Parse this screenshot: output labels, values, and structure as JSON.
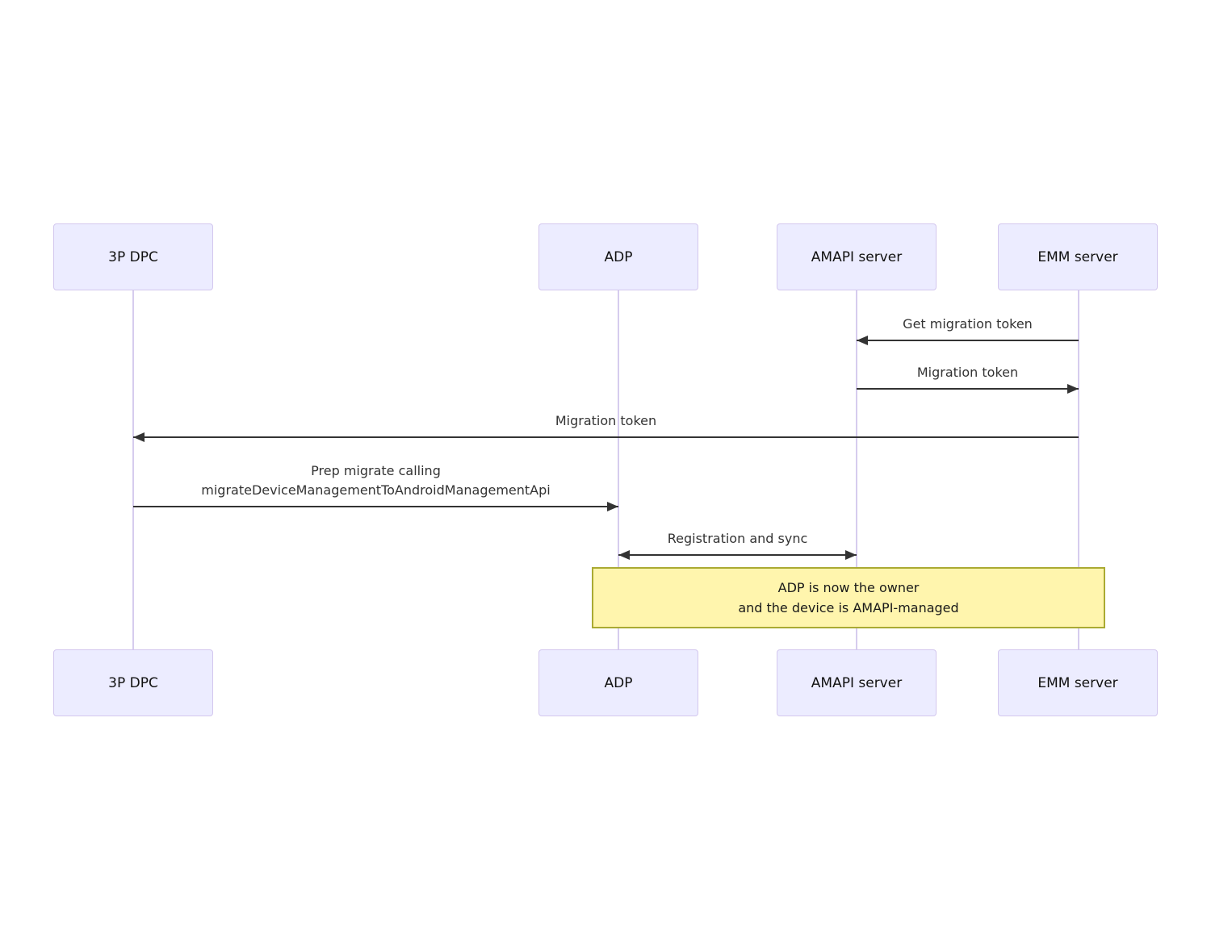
{
  "diagram": {
    "type": "sequence-diagram",
    "actors": [
      {
        "label": "3P DPC"
      },
      {
        "label": "ADP"
      },
      {
        "label": "AMAPI server"
      },
      {
        "label": "EMM server"
      }
    ],
    "messages": [
      {
        "label": "Get migration token",
        "from": "EMM server",
        "to": "AMAPI server",
        "arrow": "left"
      },
      {
        "label": "Migration token",
        "from": "AMAPI server",
        "to": "EMM server",
        "arrow": "right"
      },
      {
        "label": "Migration token",
        "from": "EMM server",
        "to": "3P DPC",
        "arrow": "left"
      },
      {
        "lines": [
          "Prep migrate calling",
          "migrateDeviceManagementToAndroidManagementApi"
        ],
        "from": "3P DPC",
        "to": "ADP",
        "arrow": "right"
      },
      {
        "label": "Registration and sync",
        "from": "ADP",
        "to": "AMAPI server",
        "arrow": "both"
      }
    ],
    "note": {
      "over": "ADP, EMM server",
      "lines": [
        "ADP is now the owner",
        "and the device is AMAPI-managed"
      ]
    },
    "colors": {
      "actor_fill": "#ececff",
      "actor_border": "#d3c7ee",
      "lifeline": "#d6ccee",
      "arrow": "#333333",
      "note_fill": "#fff5ad",
      "note_border": "#aaaa33",
      "message_text": "#333333"
    }
  }
}
